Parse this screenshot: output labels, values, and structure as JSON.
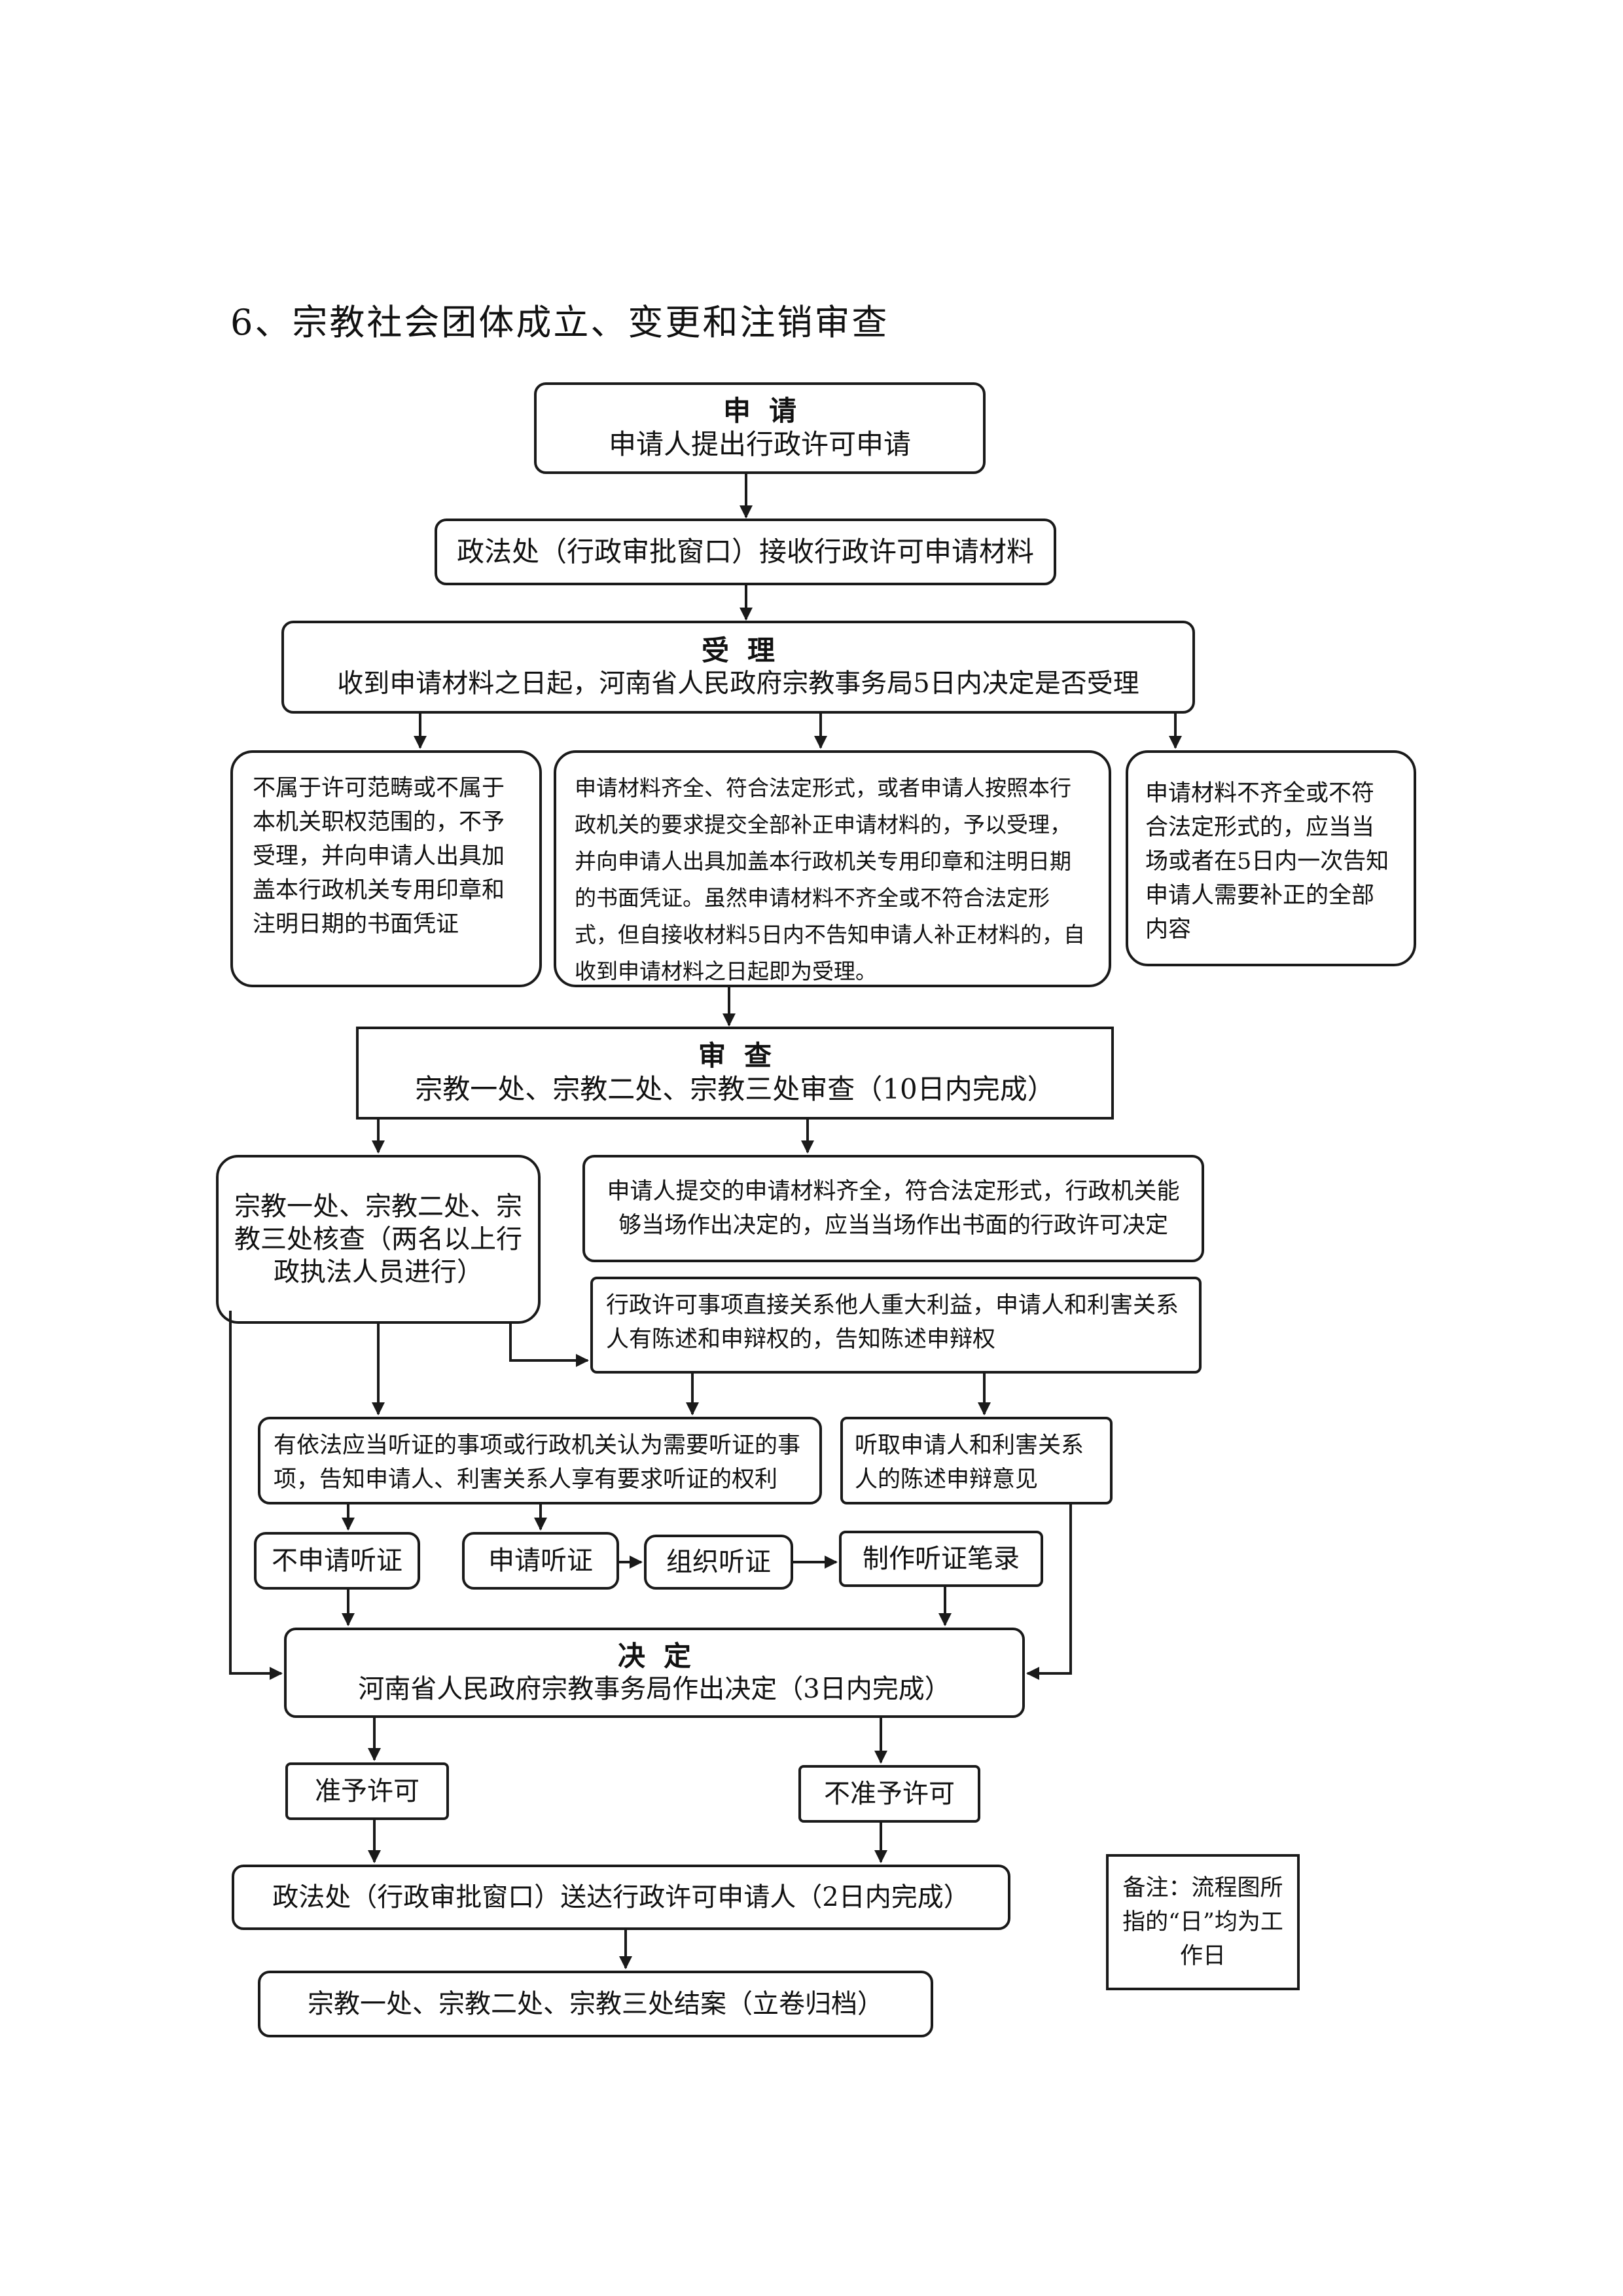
{
  "title": "6、宗教社会团体成立、变更和注销审查",
  "apply": {
    "heading": "申请",
    "text": "申请人提出行政许可申请"
  },
  "receive_materials": "政法处（行政审批窗口）接收行政许可申请材料",
  "accept": {
    "heading": "受理",
    "text": "收到申请材料之日起，河南省人民政府宗教事务局5日内决定是否受理"
  },
  "reject_scope": "不属于许可范畴或不属于本机关职权范围的，不予受理，并向申请人出具加盖本行政机关专用印章和注明日期的书面凭证",
  "accept_complete": "申请材料齐全、符合法定形式，或者申请人按照本行政机关的要求提交全部补正申请材料的，予以受理，并向申请人出具加盖本行政机关专用印章和注明日期的书面凭证。虽然申请材料不齐全或不符合法定形式，但自接收材料5日内不告知申请人补正材料的，自收到申请材料之日起即为受理。",
  "incomplete": "申请材料不齐全或不符合法定形式的，应当当场或者在5日内一次告知申请人需要补正的全部内容",
  "review": {
    "heading": "审查",
    "text": "宗教一处、宗教二处、宗教三处审查（10日内完成）"
  },
  "verify": "宗教一处、宗教二处、宗教三处核查（两名以上行政执法人员进行）",
  "on_site_decision": "申请人提交的申请材料齐全，符合法定形式，行政机关能够当场作出决定的，应当当场作出书面的行政许可决定",
  "interest_notice": "行政许可事项直接关系他人重大利益，申请人和利害关系人有陈述和申辩权的，告知陈述申辩权",
  "hearing_notice": "有依法应当听证的事项或行政机关认为需要听证的事项，告知申请人、利害关系人享有要求听证的权利",
  "listen_opinion": "听取申请人和利害关系人的陈述申辩意见",
  "no_hearing": "不申请听证",
  "request_hearing": "申请听证",
  "organize_hearing": "组织听证",
  "hearing_record": "制作听证笔录",
  "decision": {
    "heading": "决定",
    "text": "河南省人民政府宗教事务局作出决定（3日内完成）"
  },
  "grant": "准予许可",
  "deny": "不准予许可",
  "deliver": "政法处（行政审批窗口）送达行政许可申请人（2日内完成）",
  "archive": "宗教一处、宗教二处、宗教三处结案（立卷归档）",
  "note": "备注：流程图所指的“日”均为工作日",
  "colors": {
    "line": "#1a1a1a",
    "background": "#ffffff"
  }
}
